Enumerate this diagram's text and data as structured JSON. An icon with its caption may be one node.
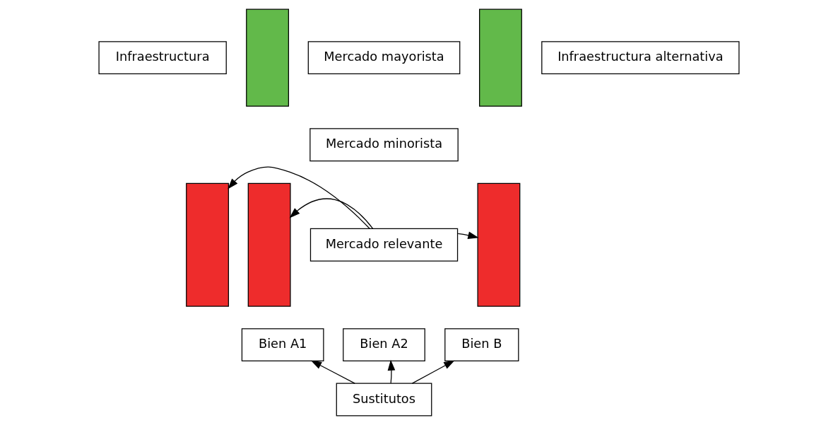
{
  "diagram": {
    "nodes": [
      {
        "text": [
          "Infraestructura"
        ]
      },
      {
        "text": [],
        "shape": "bar"
      },
      {
        "text": [
          "Mercado mayorista"
        ]
      },
      {
        "text": [],
        "shape": "bar"
      },
      {
        "text": [
          "Infraestructura alternativa"
        ]
      },
      {
        "text": [
          "Mercado minorista"
        ]
      },
      {
        "text": [],
        "shape": "bar"
      },
      {
        "text": [],
        "shape": "bar"
      },
      {
        "text": [
          "Mercado relevante"
        ]
      },
      {
        "text": [],
        "shape": "bar"
      },
      {
        "text": [
          "Bien A1"
        ]
      },
      {
        "text": [
          "Bien A2"
        ]
      },
      {
        "text": [
          "Bien B"
        ]
      },
      {
        "text": [
          "Sustitutos"
        ]
      }
    ],
    "edges": [
      {
        "from": 8,
        "to": 6,
        "arrow": "to"
      },
      {
        "from": 8,
        "to": 7,
        "arrow": "to"
      },
      {
        "from": 8,
        "to": 9,
        "arrow": "to"
      },
      {
        "from": 13,
        "to": 10,
        "arrow": "to"
      },
      {
        "from": 13,
        "to": 11,
        "arrow": "to"
      },
      {
        "from": 13,
        "to": 12,
        "arrow": "to"
      }
    ]
  }
}
